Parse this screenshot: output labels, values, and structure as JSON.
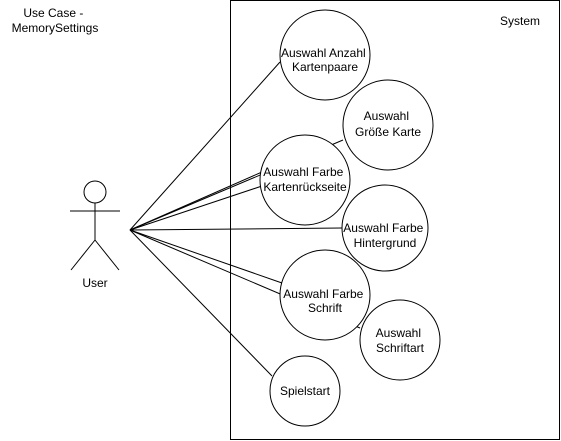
{
  "diagram": {
    "title_lines": [
      "Use Case -",
      "MemorySettings"
    ],
    "system_label": "System",
    "actor_label": "User",
    "use_cases": [
      {
        "id": "uc1",
        "lines": [
          "Auswahl Anzahl",
          "Kartenpaare"
        ]
      },
      {
        "id": "uc2",
        "lines": [
          "Auswahl",
          "Größe Karte"
        ]
      },
      {
        "id": "uc3",
        "lines": [
          "Auswahl Farbe",
          "Kartenrückseite"
        ]
      },
      {
        "id": "uc4",
        "lines": [
          "Auswahl Farbe",
          "Hintergrund"
        ]
      },
      {
        "id": "uc5",
        "lines": [
          "Auswahl Farbe",
          "Schrift"
        ]
      },
      {
        "id": "uc6",
        "lines": [
          "Auswahl",
          "Schriftart"
        ]
      },
      {
        "id": "uc7",
        "lines": [
          "Spielstart"
        ]
      }
    ],
    "colors": {
      "stroke": "#000000",
      "fill": "#ffffff"
    }
  }
}
